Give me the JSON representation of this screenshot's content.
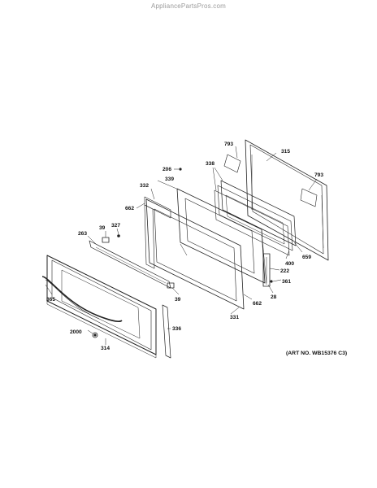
{
  "watermark": "AppliancePartsPros.com",
  "art_number": "(ART NO. WB15376 C3)",
  "parts": [
    {
      "label": "793"
    },
    {
      "label": "315"
    },
    {
      "label": "206"
    },
    {
      "label": "338"
    },
    {
      "label": "793"
    },
    {
      "label": "332"
    },
    {
      "label": "339"
    },
    {
      "label": "662"
    },
    {
      "label": "327"
    },
    {
      "label": "39"
    },
    {
      "label": "263"
    },
    {
      "label": "400"
    },
    {
      "label": "659"
    },
    {
      "label": "222"
    },
    {
      "label": "361"
    },
    {
      "label": "28"
    },
    {
      "label": "39"
    },
    {
      "label": "662"
    },
    {
      "label": "365"
    },
    {
      "label": "331"
    },
    {
      "label": "336"
    },
    {
      "label": "2000"
    },
    {
      "label": "314"
    }
  ]
}
